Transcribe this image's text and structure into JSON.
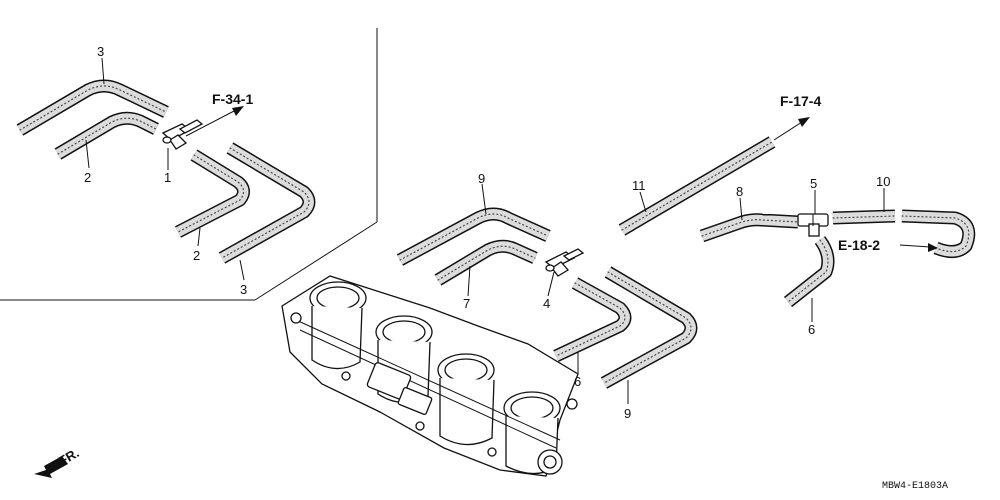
{
  "part_labels": {
    "p3a": "3",
    "p2a": "2",
    "p1": "1",
    "p2b": "2",
    "p3b": "3",
    "p9a": "9",
    "p7": "7",
    "p4": "4",
    "p6a": "6",
    "p9b": "9",
    "p11": "11",
    "p8": "8",
    "p5": "5",
    "p10": "10",
    "p6b": "6"
  },
  "references": {
    "f34": "F-34-1",
    "f17": "F-17-4",
    "e18": "E-18-2"
  },
  "front_label": "FR.",
  "diagram_code": "MBW4-E1803A"
}
